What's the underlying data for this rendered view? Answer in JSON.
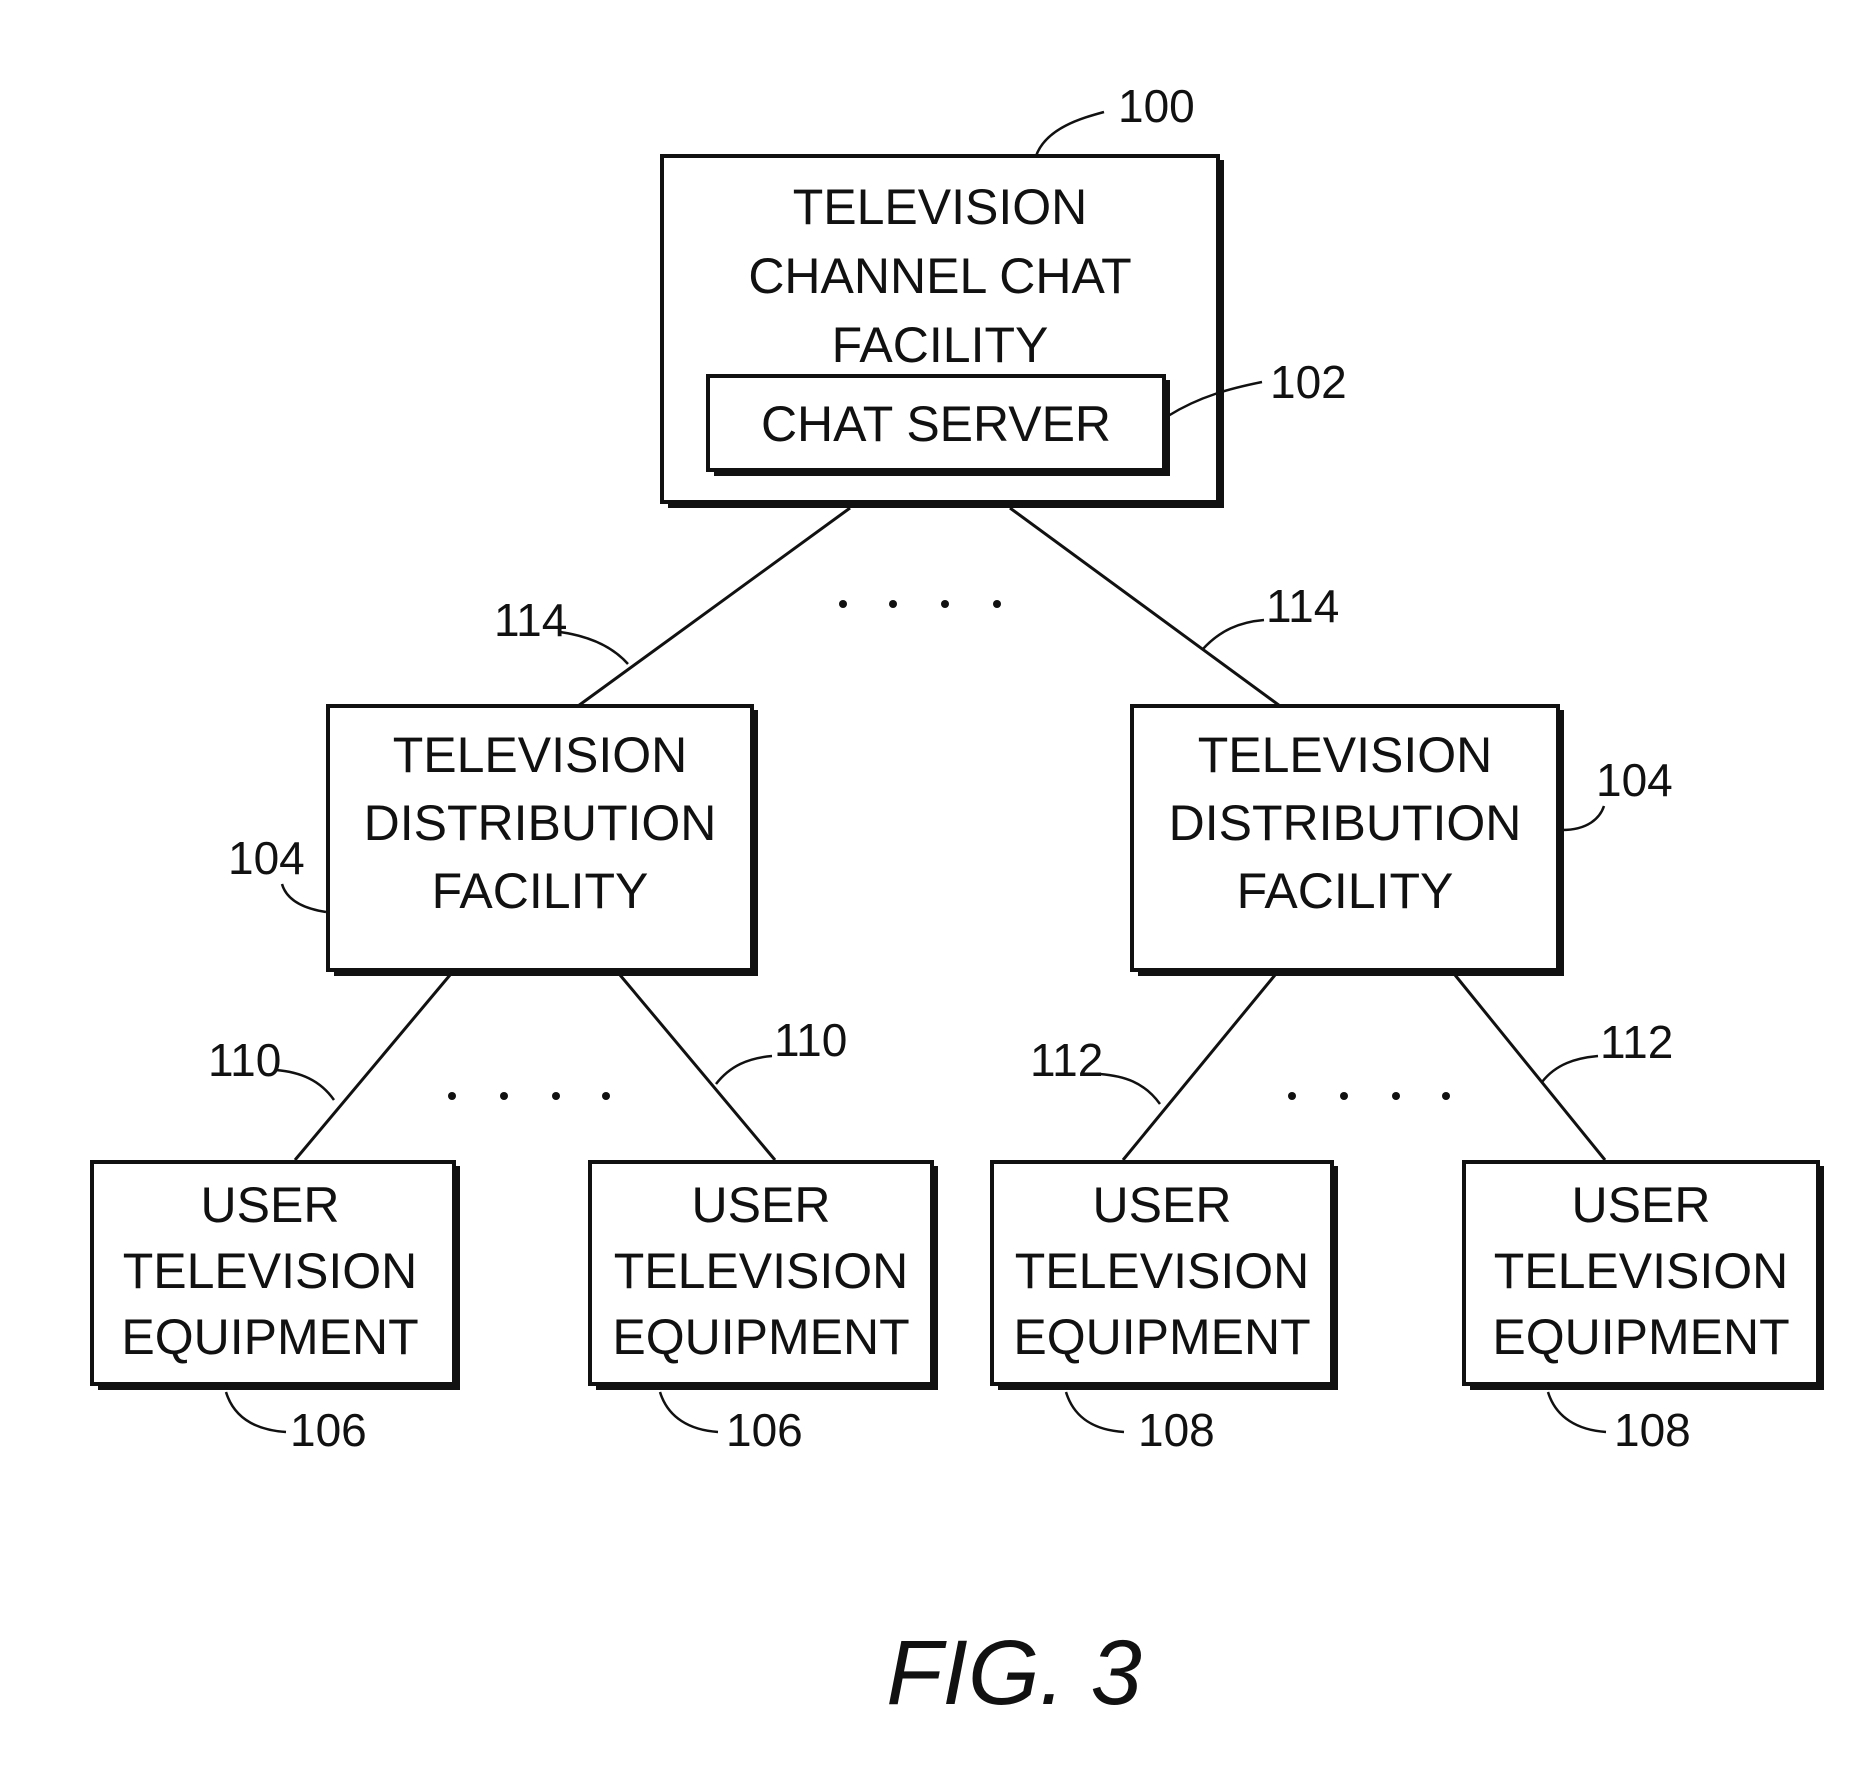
{
  "figure_label": "FIG. 3",
  "ellipsis": ". . . .",
  "nodes": {
    "chat_facility": {
      "lines": [
        "TELEVISION",
        "CHANNEL CHAT",
        "FACILITY"
      ],
      "ref": "100"
    },
    "chat_server": {
      "label": "CHAT SERVER",
      "ref": "102"
    },
    "distribution_left": {
      "lines": [
        "TELEVISION",
        "DISTRIBUTION",
        "FACILITY"
      ],
      "ref": "104"
    },
    "distribution_right": {
      "lines": [
        "TELEVISION",
        "DISTRIBUTION",
        "FACILITY"
      ],
      "ref": "104"
    },
    "equipment_1": {
      "lines": [
        "USER",
        "TELEVISION",
        "EQUIPMENT"
      ],
      "ref": "106"
    },
    "equipment_2": {
      "lines": [
        "USER",
        "TELEVISION",
        "EQUIPMENT"
      ],
      "ref": "106"
    },
    "equipment_3": {
      "lines": [
        "USER",
        "TELEVISION",
        "EQUIPMENT"
      ],
      "ref": "108"
    },
    "equipment_4": {
      "lines": [
        "USER",
        "TELEVISION",
        "EQUIPMENT"
      ],
      "ref": "108"
    }
  },
  "links": {
    "chat_to_left": {
      "ref": "114"
    },
    "chat_to_right": {
      "ref": "114"
    },
    "left_to_eq1": {
      "ref": "110"
    },
    "left_to_eq2": {
      "ref": "110"
    },
    "right_to_eq3": {
      "ref": "112"
    },
    "right_to_eq4": {
      "ref": "112"
    }
  }
}
